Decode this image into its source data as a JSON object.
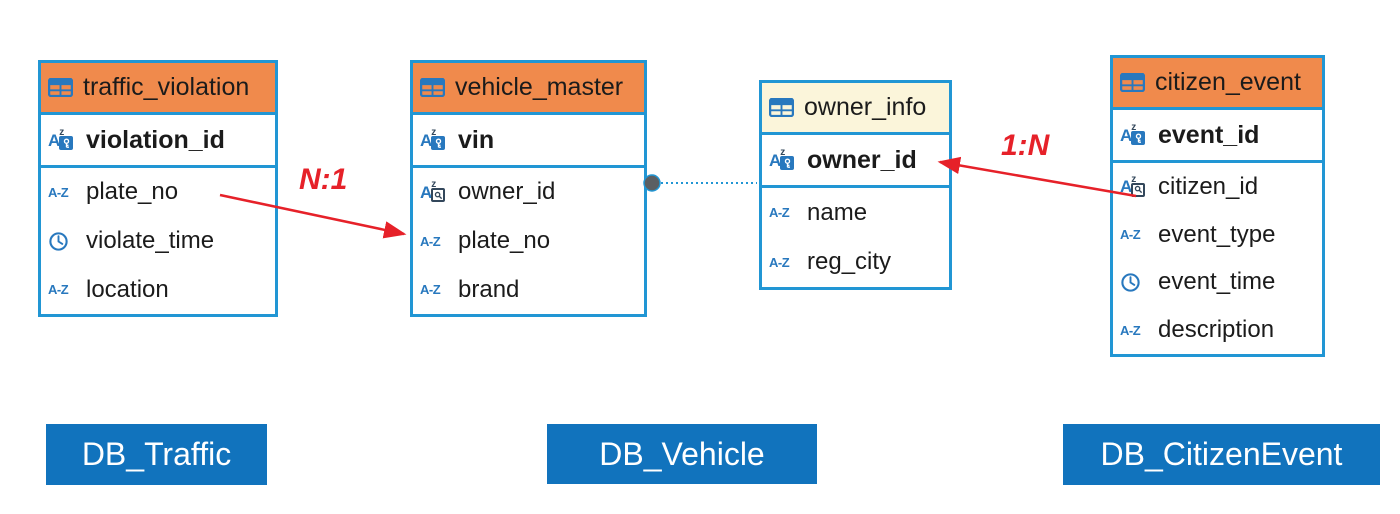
{
  "colors": {
    "canvas_bg": "#ffffff",
    "border_blue": "#2196d4",
    "icon_blue": "#2878be",
    "icon_dark": "#33475b",
    "header_orange": "#f08a4c",
    "header_cream": "#fbf5da",
    "text_dark": "#1b1b1b",
    "relation_red": "#e62129",
    "db_label_bg": "#1173bd",
    "db_label_text": "#ffffff",
    "connector_gray": "#5b5f63"
  },
  "icons": {
    "text_type_label": "A-Z",
    "letter_a": "A",
    "letter_z": "z"
  },
  "tables": [
    {
      "title": "traffic_violation",
      "header_style": "orange",
      "pk": {
        "name": "violation_id",
        "icon": "primary-key"
      },
      "fields": [
        {
          "name": "plate_no",
          "icon": "text-type"
        },
        {
          "name": "violate_time",
          "icon": "datetime-type"
        },
        {
          "name": "location",
          "icon": "text-type"
        }
      ]
    },
    {
      "title": "vehicle_master",
      "header_style": "orange",
      "pk": {
        "name": "vin",
        "icon": "primary-key"
      },
      "fields": [
        {
          "name": "owner_id",
          "icon": "foreign-key"
        },
        {
          "name": "plate_no",
          "icon": "text-type"
        },
        {
          "name": "brand",
          "icon": "text-type"
        }
      ]
    },
    {
      "title": "owner_info",
      "header_style": "cream",
      "pk": {
        "name": "owner_id",
        "icon": "primary-key"
      },
      "fields": [
        {
          "name": "name",
          "icon": "text-type"
        },
        {
          "name": "reg_city",
          "icon": "text-type"
        }
      ]
    },
    {
      "title": "citizen_event",
      "header_style": "orange",
      "pk": {
        "name": "event_id",
        "icon": "primary-key"
      },
      "fields": [
        {
          "name": "citizen_id",
          "icon": "foreign-key"
        },
        {
          "name": "event_type",
          "icon": "text-type"
        },
        {
          "name": "event_time",
          "icon": "datetime-type"
        },
        {
          "name": "description",
          "icon": "text-type"
        }
      ]
    }
  ],
  "relations": [
    {
      "label": "N:1",
      "from": "traffic_violation.plate_no",
      "to": "vehicle_master.plate_no"
    },
    {
      "label": "1:N",
      "from": "citizen_event.citizen_id",
      "to": "owner_info.owner_id"
    }
  ],
  "connector": {
    "from": "vehicle_master",
    "to": "owner_info",
    "style": "dotted"
  },
  "db_labels": [
    {
      "text": "DB_Traffic"
    },
    {
      "text": "DB_Vehicle"
    },
    {
      "text": "DB_CitizenEvent"
    }
  ]
}
